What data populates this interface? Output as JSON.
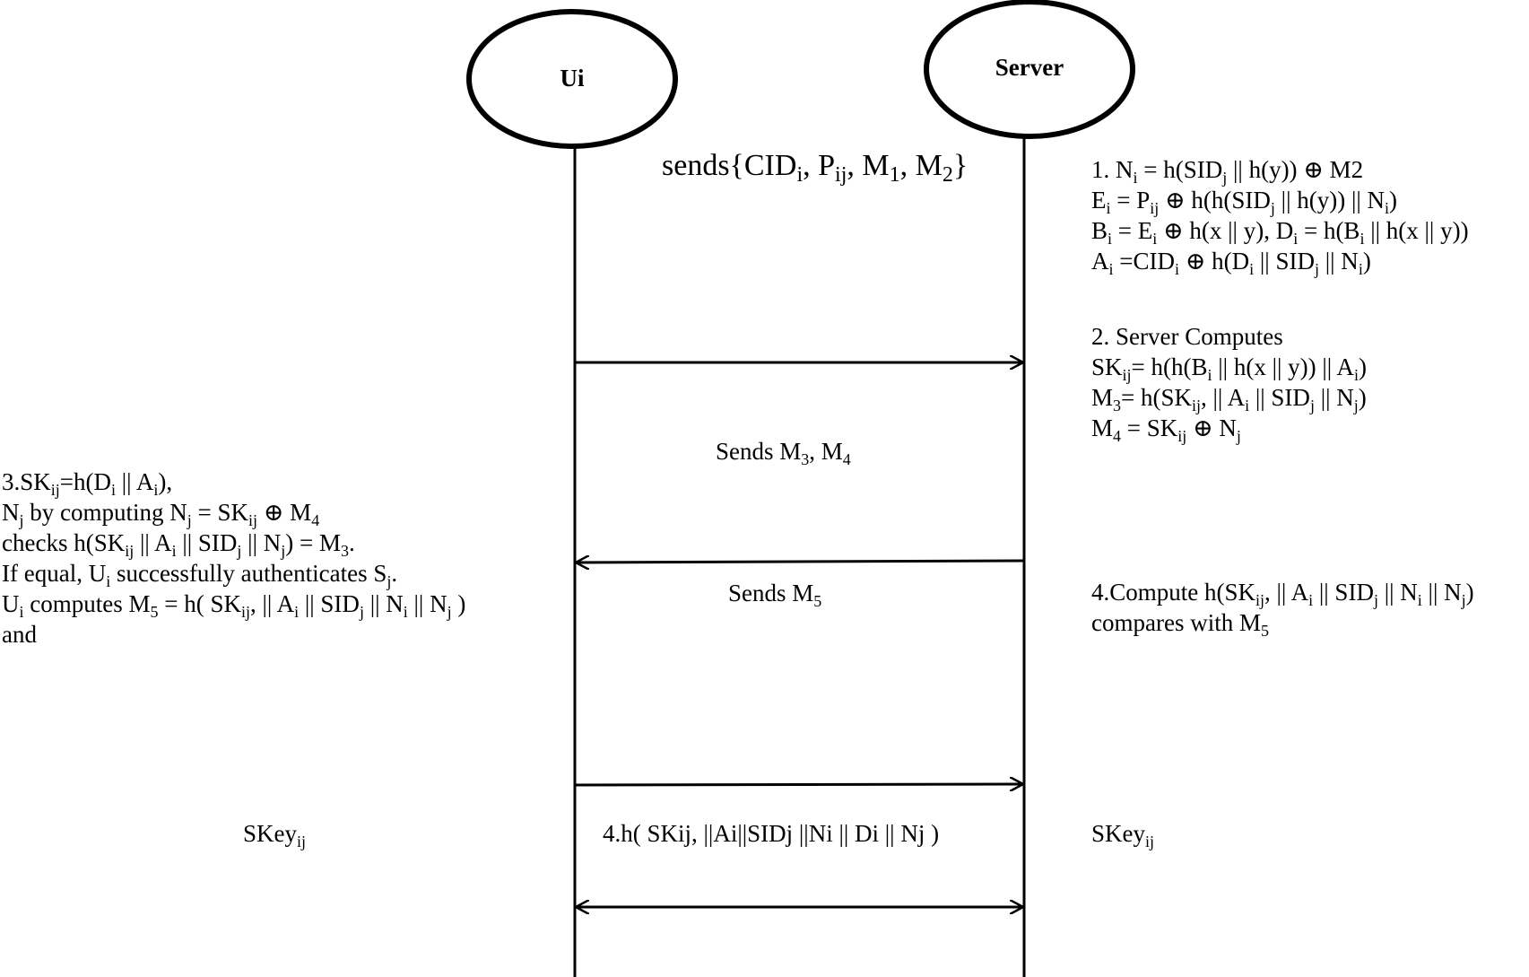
{
  "actors": {
    "user": "Ui",
    "server": "Server"
  },
  "messages": {
    "m1": [
      "sends{CID",
      "i",
      ", P",
      "ij",
      ", M",
      "1",
      ", M",
      "2",
      "}"
    ],
    "m2": [
      "Sends M",
      "3",
      ", M",
      "4"
    ],
    "m3": [
      "Sends M",
      "5"
    ],
    "m4": "4.h( SKij, ||Ai||SIDj ||Ni || Di || Nj )"
  },
  "server_step1": [
    [
      "1. N",
      "i",
      " = h(SID",
      "j",
      " || h(y)) ⊕ M2"
    ],
    [
      "E",
      "i",
      " = P",
      "ij",
      " ⊕ h(h(SID",
      "j",
      " || h(y)) || N",
      "i",
      ")"
    ],
    [
      "B",
      "i",
      " = E",
      "i",
      " ⊕ h(x || y), D",
      "i",
      " = h(B",
      "i",
      " || h(x || y))"
    ],
    [
      "A",
      "i",
      " =CID",
      "i",
      " ⊕ h(D",
      "i",
      " || SID",
      "j",
      " || N",
      "i",
      ")"
    ]
  ],
  "server_step2": [
    [
      "2. Server Computes"
    ],
    [
      "SK",
      "ij",
      "= h(h(B",
      "i",
      " || h(x || y)) || A",
      "i",
      ")"
    ],
    [
      "M",
      "3",
      "= h(SK",
      "ij",
      ", || A",
      "i",
      " || SID",
      "j",
      " || N",
      "j",
      ")"
    ],
    [
      "M",
      "4",
      " = SK",
      "ij",
      " ⊕ N",
      "j"
    ]
  ],
  "user_step3": [
    [
      "3.SK",
      "ij",
      "=h(D",
      "i",
      " || A",
      "i",
      "),"
    ],
    [
      "N",
      "j",
      " by computing N",
      "j",
      " = SK",
      "ij",
      " ⊕ M",
      "4"
    ],
    [
      "checks h(SK",
      "ij",
      " || A",
      "i",
      " || SID",
      "j",
      " || N",
      "j",
      ") = M",
      "3",
      "."
    ],
    [
      "If equal, U",
      "i",
      " successfully authenticates S",
      "j",
      "."
    ],
    [
      "U",
      "i",
      " computes M",
      "5",
      " = h( SK",
      "ij",
      ", || A",
      "i",
      " || SID",
      "j",
      " || N",
      "i",
      " || N",
      "j",
      " )"
    ],
    [
      "and"
    ]
  ],
  "server_step4": [
    [
      "4.Compute h(SK",
      "ij",
      ", || A",
      "i",
      " || SID",
      "j",
      " || N",
      "i",
      " || N",
      "j",
      ")"
    ],
    [
      "compares with M",
      "5"
    ]
  ],
  "session_key_user": [
    "SKey",
    "ij"
  ],
  "session_key_server": [
    "SKey",
    "ij"
  ]
}
